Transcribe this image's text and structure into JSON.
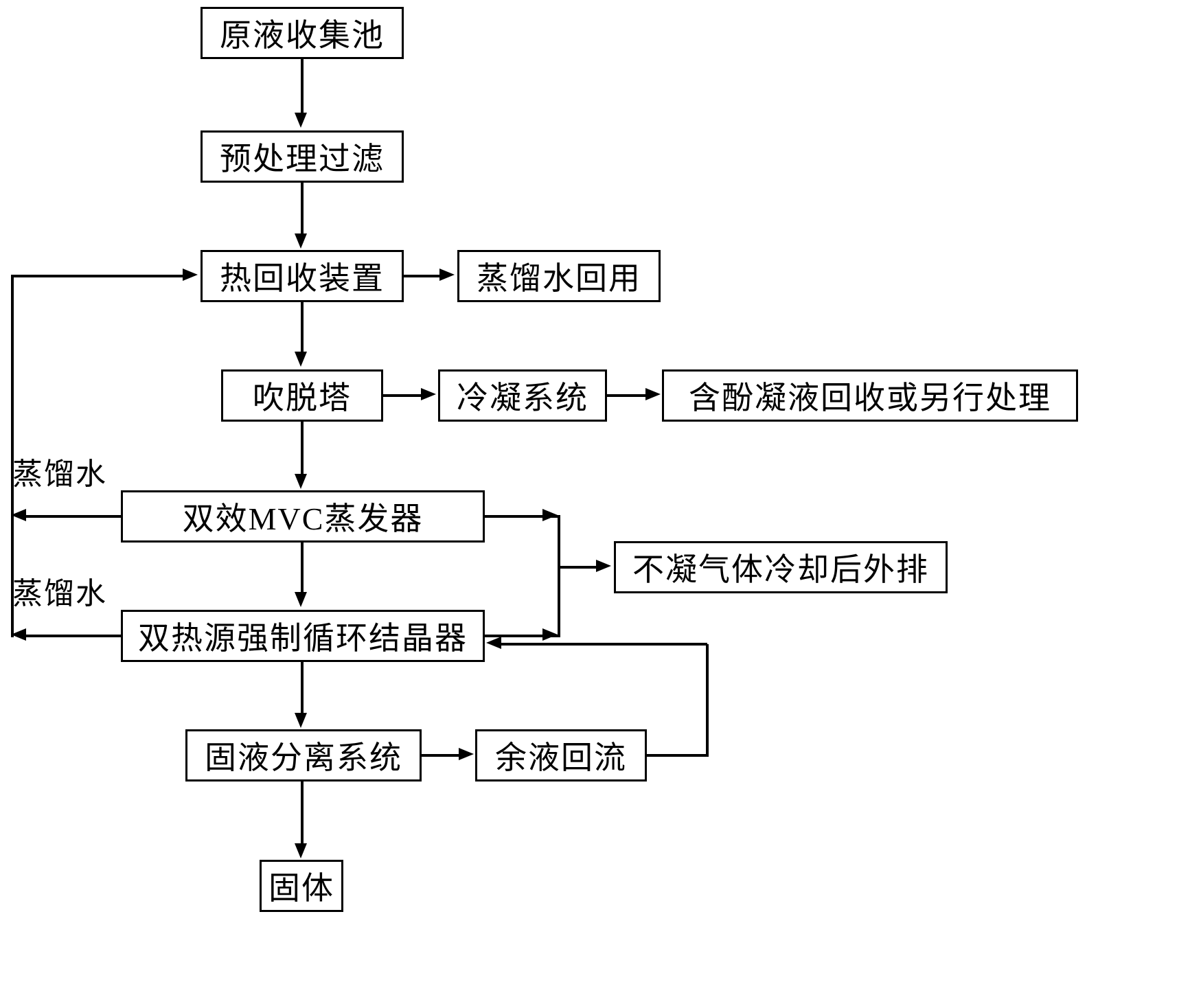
{
  "diagram": {
    "title_text": "",
    "colors": {
      "line": "#000000",
      "box_fill": "#ffffff",
      "background": "#ffffff"
    },
    "nodes": {
      "raw_liquid_pool": "原液收集池",
      "pretreatment_filter": "预处理过滤",
      "heat_recovery_unit": "热回收装置",
      "distilled_water_reuse": "蒸馏水回用",
      "stripping_tower": "吹脱塔",
      "condensation_system": "冷凝系统",
      "phenolic_condensate": "含酚凝液回收或另行处理",
      "mvc_evaporator": "双效MVC蒸发器",
      "noncondensable_gas": "不凝气体冷却后外排",
      "crystallizer": "双热源强制循环结晶器",
      "solid_liquid_separation": "固液分离系统",
      "residual_liquid_return": "余液回流",
      "solid_output": "固体"
    },
    "edge_labels": {
      "distilled_water_top": "蒸馏水",
      "distilled_water_bottom": "蒸馏水"
    },
    "flow": [
      {
        "from": "原液收集池",
        "to": "预处理过滤"
      },
      {
        "from": "预处理过滤",
        "to": "热回收装置"
      },
      {
        "from": "热回收装置",
        "to": "蒸馏水回用"
      },
      {
        "from": "热回收装置",
        "to": "吹脱塔"
      },
      {
        "from": "吹脱塔",
        "to": "冷凝系统"
      },
      {
        "from": "冷凝系统",
        "to": "含酚凝液回收或另行处理"
      },
      {
        "from": "吹脱塔",
        "to": "双效MVC蒸发器"
      },
      {
        "from": "双效MVC蒸发器",
        "to": "不凝气体冷却后外排"
      },
      {
        "from": "双效MVC蒸发器",
        "to": "双热源强制循环结晶器"
      },
      {
        "from": "双效MVC蒸发器",
        "to": "热回收装置",
        "label": "蒸馏水"
      },
      {
        "from": "双热源强制循环结晶器",
        "to": "不凝气体冷却后外排"
      },
      {
        "from": "双热源强制循环结晶器",
        "to": "热回收装置",
        "label": "蒸馏水"
      },
      {
        "from": "双热源强制循环结晶器",
        "to": "固液分离系统"
      },
      {
        "from": "固液分离系统",
        "to": "余液回流"
      },
      {
        "from": "余液回流",
        "to": "双热源强制循环结晶器"
      },
      {
        "from": "固液分离系统",
        "to": "固体"
      }
    ]
  }
}
